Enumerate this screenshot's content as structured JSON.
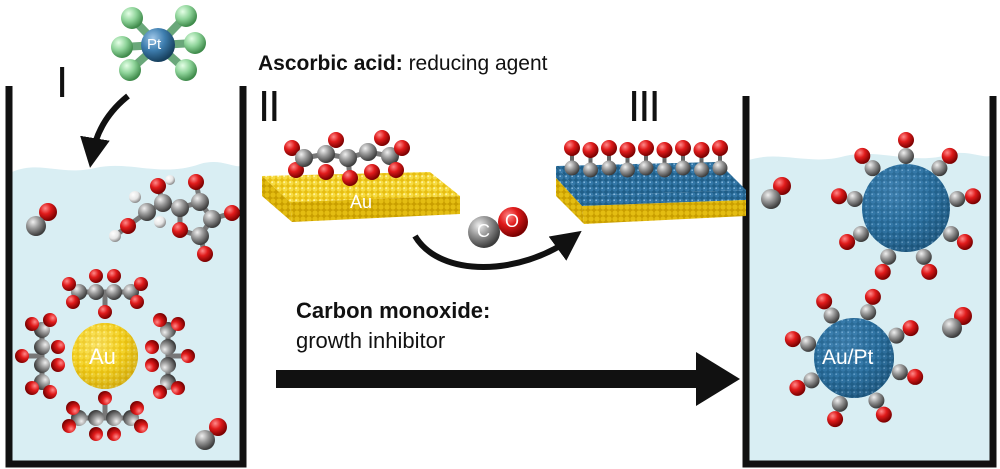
{
  "molecule": {
    "pt_label": "Pt"
  },
  "steps": {
    "step1": "I",
    "step2": "II",
    "step3": "III"
  },
  "ascorbic": {
    "title": "Ascorbic acid:",
    "role": "reducing agent"
  },
  "co": {
    "title": "Carbon monoxide:",
    "role": "growth inhibitor",
    "c_label": "C",
    "o_label": "O"
  },
  "particles": {
    "gold_label": "Au",
    "slab_label": "Au",
    "alloy_label": "Au/Pt"
  },
  "colors": {
    "solution": "#d9eef3",
    "gold": "#f2cc12",
    "platinum_blue": "#2a6f9e",
    "oxygen_red": "#d21a1a",
    "carbon_grey": "#8a8a8a",
    "fluorine_green": "#8fd49a",
    "beaker_outline": "#111111"
  }
}
